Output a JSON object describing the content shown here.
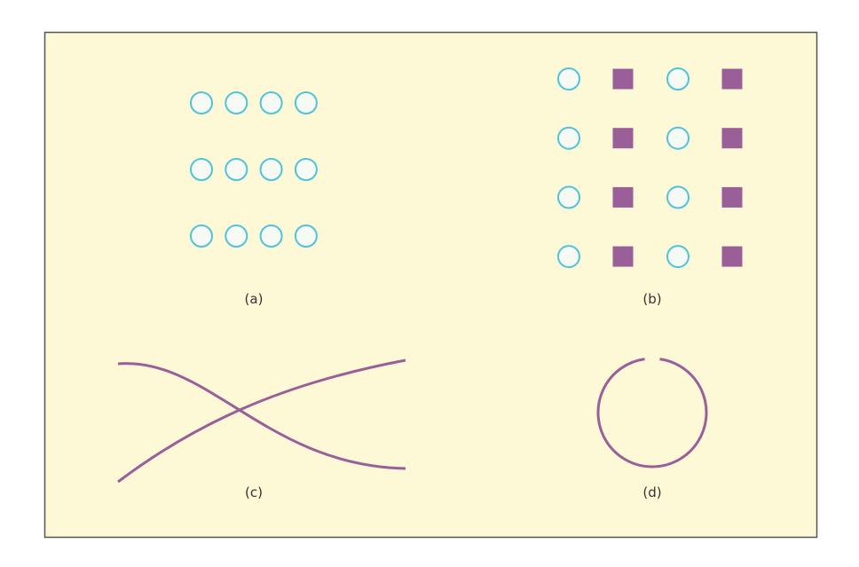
{
  "panels": {
    "a": {
      "label": "(a)",
      "rows": 3,
      "cols": 4
    },
    "b": {
      "label": "(b)",
      "rows": 4,
      "pattern": [
        "circle",
        "square",
        "circle",
        "square"
      ]
    },
    "c": {
      "label": "(c)"
    },
    "d": {
      "label": "(d)"
    }
  },
  "colors": {
    "background": "#fdf9d6",
    "border": "#555555",
    "circle_stroke": "#4fc3dc",
    "circle_fill": "#f7f9f4",
    "purple": "#9a5f99"
  }
}
